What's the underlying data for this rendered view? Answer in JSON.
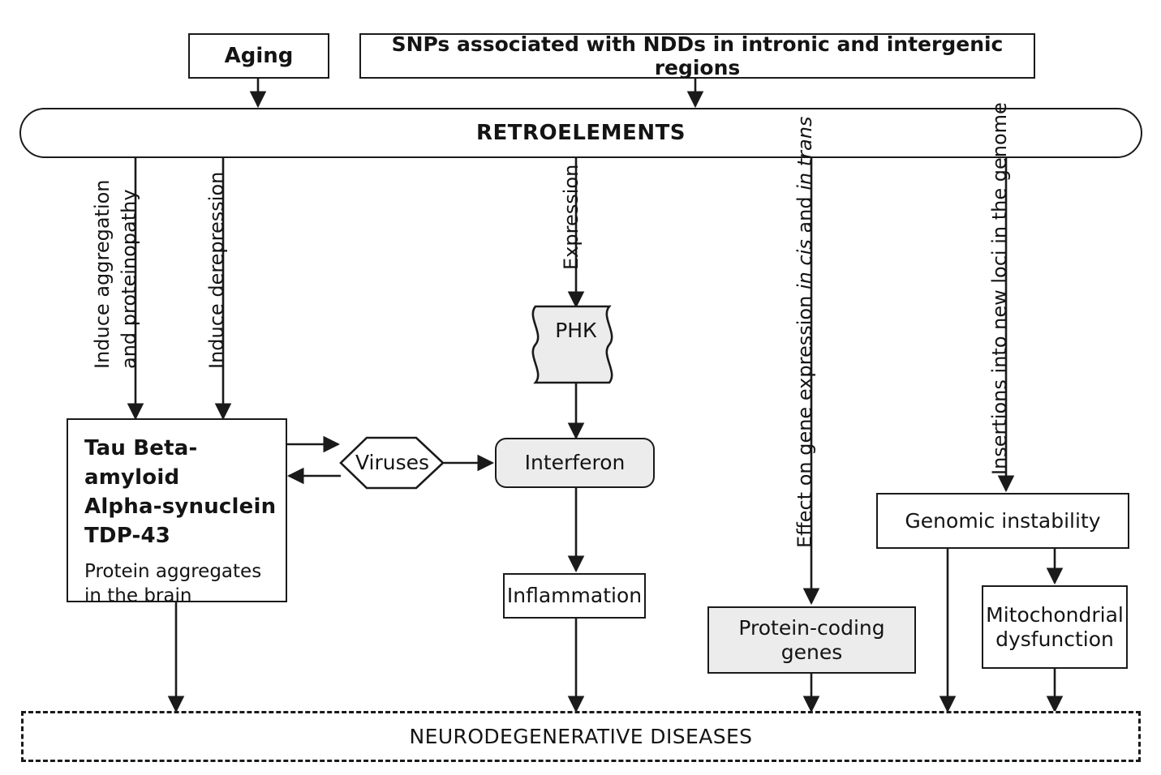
{
  "diagram": {
    "title_bottom": "NEURODEGENERATIVE DISEASES",
    "hub": "RETROELEMENTS"
  },
  "top": {
    "aging": "Aging",
    "snps": "SNPs associated with NDDs in intronic and intergenic regions"
  },
  "edge_labels": {
    "induce_aggregation_l1": "Induce aggregation",
    "induce_aggregation_l2": "and proteinopathy",
    "induce_derepression": "Induce derepression",
    "expression": "Expression",
    "effect_pre": "Effect on gene expression ",
    "effect_cis": "in cis",
    "effect_mid": " and ",
    "effect_trans": "in trans",
    "insertions": "Insertions into new loci in the genome"
  },
  "nodes": {
    "proteins_line1": "Tau   Beta-amyloid",
    "proteins_line2": "Alpha-synuclein",
    "proteins_line3": "TDP-43",
    "proteins_sub1": "Protein aggregates",
    "proteins_sub2": "in the brain",
    "viruses": "Viruses",
    "rna": "РНК",
    "interferon": "Interferon",
    "inflammation": "Inflammation",
    "protein_coding_genes": "Protein-coding genes",
    "genomic_instability": "Genomic instability",
    "mitochondrial_l1": "Mitochondrial",
    "mitochondrial_l2": "dysfunction"
  },
  "colors": {
    "stroke": "#1a1a1a",
    "fill_gray": "#ececec",
    "fill_white": "#ffffff",
    "text": "#141414"
  }
}
